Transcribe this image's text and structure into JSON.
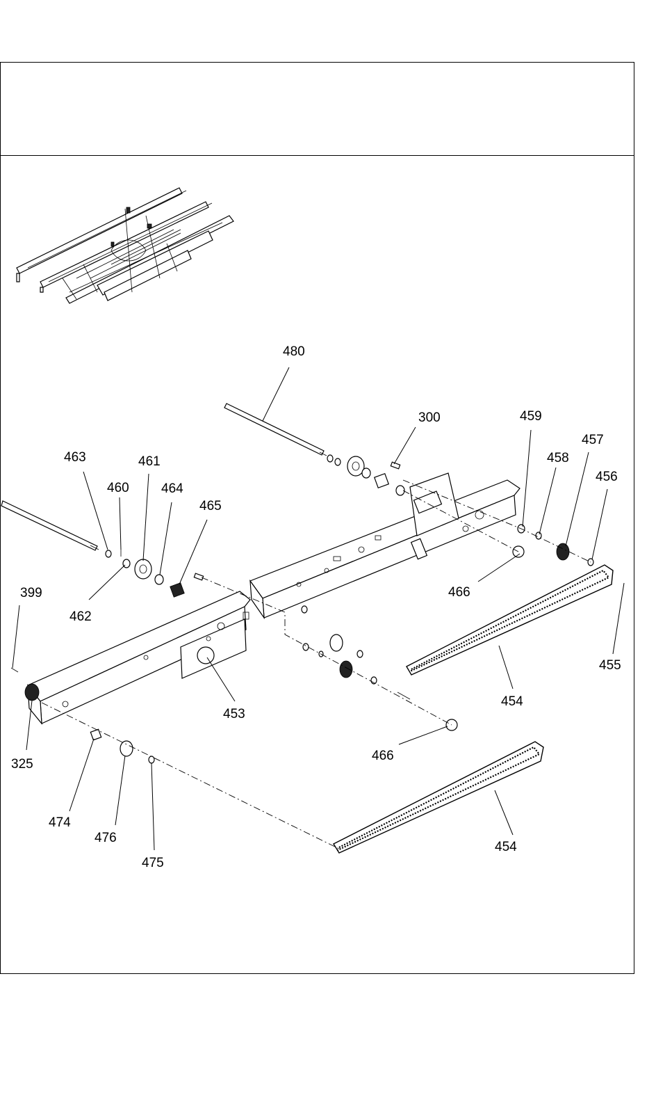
{
  "diagram": {
    "callouts": [
      {
        "id": "480",
        "text": "480"
      },
      {
        "id": "300",
        "text": "300"
      },
      {
        "id": "459",
        "text": "459"
      },
      {
        "id": "458",
        "text": "458"
      },
      {
        "id": "457",
        "text": "457"
      },
      {
        "id": "456",
        "text": "456"
      },
      {
        "id": "463",
        "text": "463"
      },
      {
        "id": "461",
        "text": "461"
      },
      {
        "id": "460",
        "text": "460"
      },
      {
        "id": "464",
        "text": "464"
      },
      {
        "id": "465",
        "text": "465"
      },
      {
        "id": "466a",
        "text": "466"
      },
      {
        "id": "399",
        "text": "399"
      },
      {
        "id": "462",
        "text": "462"
      },
      {
        "id": "455",
        "text": "455"
      },
      {
        "id": "454a",
        "text": "454"
      },
      {
        "id": "453",
        "text": "453"
      },
      {
        "id": "325",
        "text": "325"
      },
      {
        "id": "466b",
        "text": "466"
      },
      {
        "id": "474",
        "text": "474"
      },
      {
        "id": "476",
        "text": "476"
      },
      {
        "id": "454b",
        "text": "454"
      },
      {
        "id": "475",
        "text": "475"
      }
    ]
  }
}
